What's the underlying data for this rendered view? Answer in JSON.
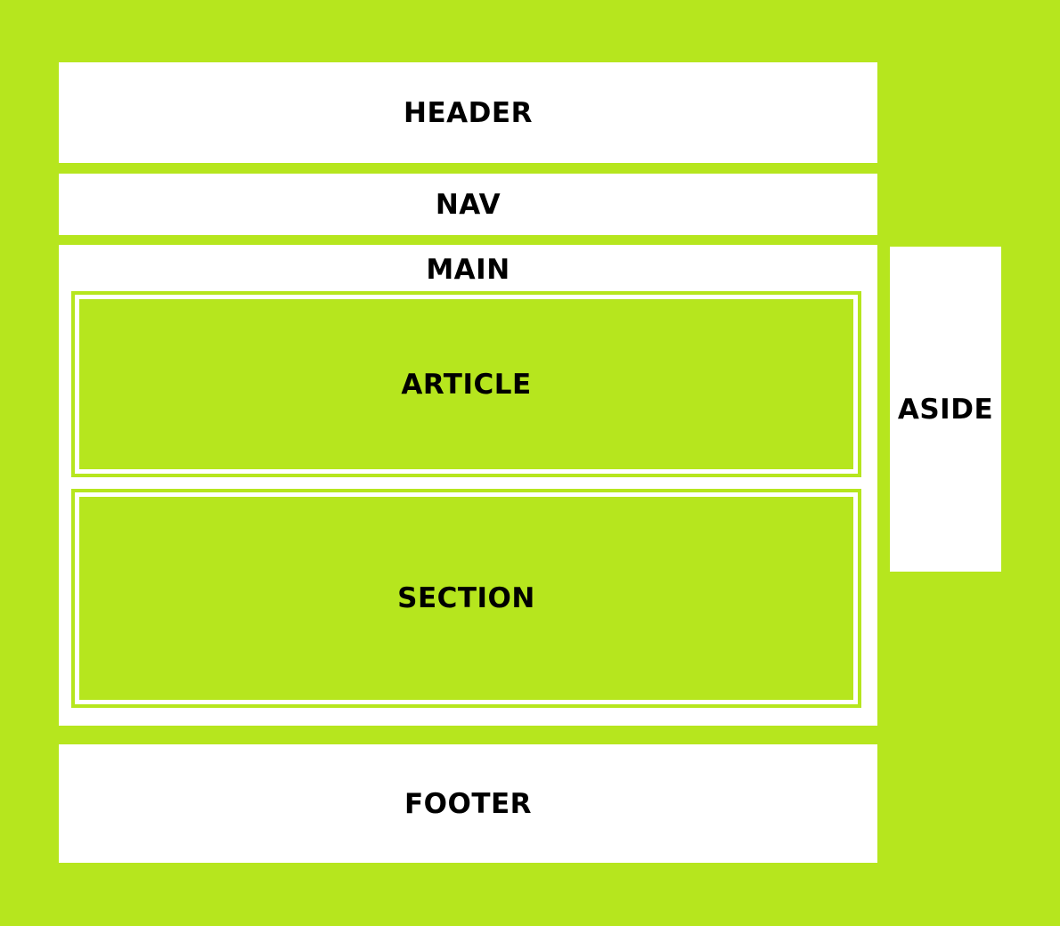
{
  "labels": {
    "header": "HEADER",
    "nav": "NAV",
    "main": "MAIN",
    "article": "ARTICLE",
    "section": "SECTION",
    "aside": "ASIDE",
    "footer": "FOOTER"
  },
  "colors": {
    "background": "#b6e61e",
    "block": "#ffffff",
    "text": "#000000"
  }
}
